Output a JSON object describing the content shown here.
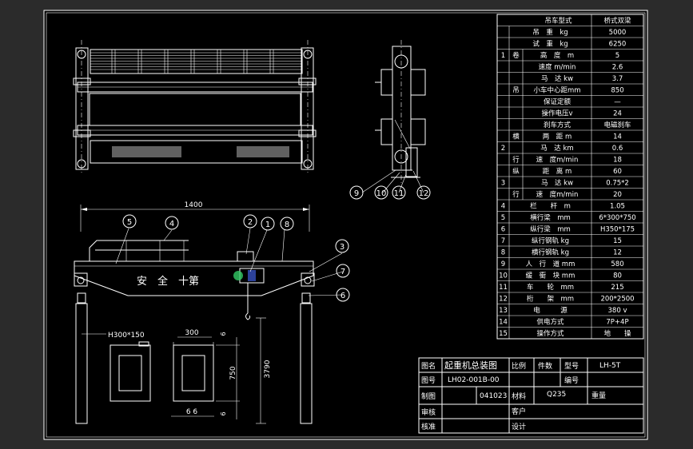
{
  "colors": {
    "background": "#2b2b2b",
    "sheet": "#000000",
    "lines": "#ffffff",
    "accent_red": "#ff4040",
    "accent_blue": "#4a6cff",
    "accent_green": "#33cc66"
  },
  "spec_table": {
    "header": [
      "吊车型式",
      "桥式双梁"
    ],
    "rows": [
      {
        "no": "",
        "group": "",
        "item": "吊　重　kg",
        "value": "5000"
      },
      {
        "no": "",
        "group": "",
        "item": "试　重　kg",
        "value": "6250"
      },
      {
        "no": "1",
        "group": "卷",
        "item": "高　度　m",
        "value": "5"
      },
      {
        "no": "",
        "group": "",
        "item": "速度 m/min",
        "value": "2.6"
      },
      {
        "no": "",
        "group": "",
        "item": "马　达 kw",
        "value": "3.7"
      },
      {
        "no": "",
        "group": "吊",
        "item": "小车中心距mm",
        "value": "850"
      },
      {
        "no": "",
        "group": "",
        "item": "保证定额",
        "value": "—"
      },
      {
        "no": "",
        "group": "",
        "item": "操作电压v",
        "value": "24"
      },
      {
        "no": "",
        "group": "",
        "item": "刹车方式",
        "value": "电磁刹车"
      },
      {
        "no": "",
        "group": "横",
        "item": "两　距 m",
        "value": "14"
      },
      {
        "no": "2",
        "group": "",
        "item": "马　达 km",
        "value": "0.6"
      },
      {
        "no": "",
        "group": "行",
        "item": "速　度m/min",
        "value": "18"
      },
      {
        "no": "",
        "group": "纵",
        "item": "距　离 m",
        "value": "60"
      },
      {
        "no": "3",
        "group": "",
        "item": "马　达 kw",
        "value": "0.75*2"
      },
      {
        "no": "",
        "group": "行",
        "item": "速　度m/min",
        "value": "20"
      },
      {
        "no": "4",
        "group": "",
        "item": "栏　　杆　m",
        "value": "1.05"
      },
      {
        "no": "5",
        "group": "",
        "item": "横行梁　mm",
        "value": "6*300*750"
      },
      {
        "no": "6",
        "group": "",
        "item": "纵行梁　mm",
        "value": "H350*175"
      },
      {
        "no": "7",
        "group": "",
        "item": "纵行钢轨 kg",
        "value": "15"
      },
      {
        "no": "8",
        "group": "",
        "item": "横行钢轨 kg",
        "value": "12"
      },
      {
        "no": "9",
        "group": "",
        "item": "人　行　道 mm",
        "value": "580"
      },
      {
        "no": "10",
        "group": "",
        "item": "缓　衝　块 mm",
        "value": "80"
      },
      {
        "no": "11",
        "group": "",
        "item": "车　　轮　mm",
        "value": "215"
      },
      {
        "no": "12",
        "group": "",
        "item": "桁　　架　mm",
        "value": "200*2500"
      },
      {
        "no": "13",
        "group": "",
        "item": "电　　　源",
        "value": "380 v"
      },
      {
        "no": "14",
        "group": "",
        "item": "供电方式",
        "value": "7P+4P"
      },
      {
        "no": "15",
        "group": "",
        "item": "操作方式",
        "value": "地　　操"
      }
    ]
  },
  "title_block": {
    "label_name": "图名",
    "name": "起重机总装图",
    "label_ratio": "比例",
    "label_count": "件数",
    "label_model": "型号",
    "model": "LH-5T",
    "label_no": "图号",
    "drawing_no": "LH02-001B-00",
    "label_serial": "编号",
    "label_drawn": "制图",
    "date": "041023",
    "label_material": "材料",
    "material": "Q235",
    "label_weight": "重量",
    "label_check": "审核",
    "label_client": "客户",
    "label_approve": "核准",
    "label_design": "设计"
  },
  "front_view": {
    "beam_text": "安　全　十第",
    "dim_span": "1400",
    "dim_height": "3790",
    "column_label": "H300*150"
  },
  "detail_view": {
    "dim_width": "300",
    "dim_height": "750",
    "dim_top": "6",
    "dim_bottom": "6",
    "dim_flange": "6 6"
  },
  "balloons": {
    "front": [
      "5",
      "4",
      "2",
      "1",
      "8",
      "3",
      "7",
      "6"
    ],
    "side": [
      "9",
      "10",
      "11",
      "12"
    ]
  }
}
